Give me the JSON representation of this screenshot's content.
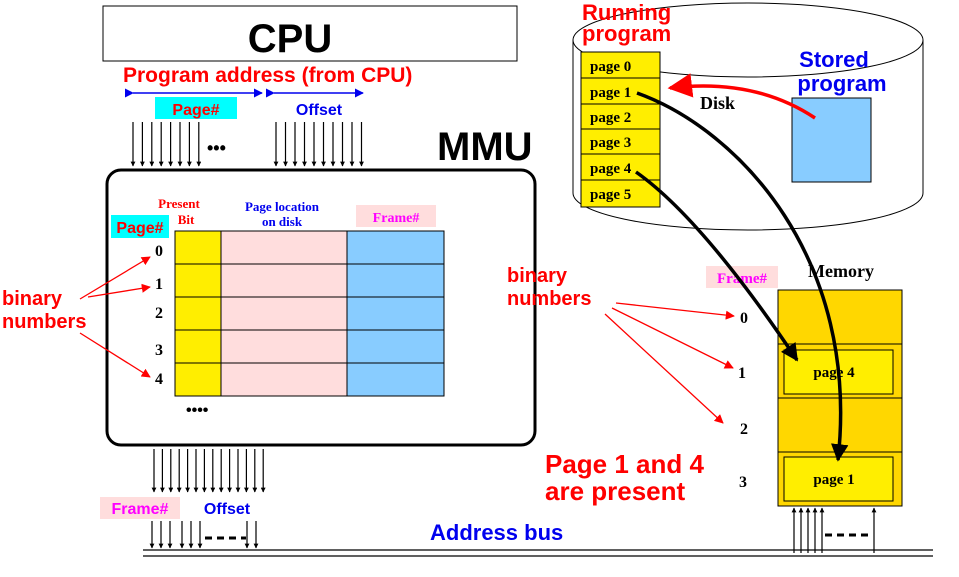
{
  "cpu": {
    "label": "CPU"
  },
  "program_address": {
    "title": "Program address (from CPU)",
    "page_label": "Page#",
    "offset_label": "Offset"
  },
  "mmu": {
    "label": "MMU",
    "page_label": "Page#",
    "present_bit_label_line1": "Present",
    "present_bit_label_line2": "Bit",
    "location_label_line1": "Page location",
    "location_label_line2": "on disk",
    "frame_label": "Frame#",
    "row_numbers": [
      "0",
      "1",
      "2",
      "3",
      "4"
    ]
  },
  "left_note": {
    "line1": "binary",
    "line2": "numbers"
  },
  "output": {
    "frame_label": "Frame#",
    "offset_label": "Offset"
  },
  "bus": {
    "label": "Address bus"
  },
  "running_program": {
    "title_line1": "Running",
    "title_line2": "program",
    "pages": [
      "page 0",
      "page 1",
      "page 2",
      "page 3",
      "page 4",
      "page 5"
    ]
  },
  "disk": {
    "label": "Disk"
  },
  "stored_program": {
    "line1": "Stored",
    "line2": "program"
  },
  "memory": {
    "label": "Memory",
    "frame_label": "Frame#",
    "frame_numbers": [
      "0",
      "1",
      "2",
      "3"
    ],
    "frames": [
      "",
      "page 4",
      "",
      "page 1"
    ]
  },
  "right_note": {
    "line1": "binary",
    "line2": "numbers"
  },
  "summary": {
    "line1": "Page 1 and 4",
    "line2": "are present"
  },
  "ellipsis": "•••",
  "ellipsis4": "••••",
  "colors": {
    "red": "#ff0000",
    "blue": "#0000ee",
    "magenta": "#ff00ff",
    "cyan": "#00ffff",
    "yellow": "#ffee00",
    "pink": "#ffdddd",
    "lightblue": "#88ccff",
    "memory_fill": "#ffd700"
  }
}
